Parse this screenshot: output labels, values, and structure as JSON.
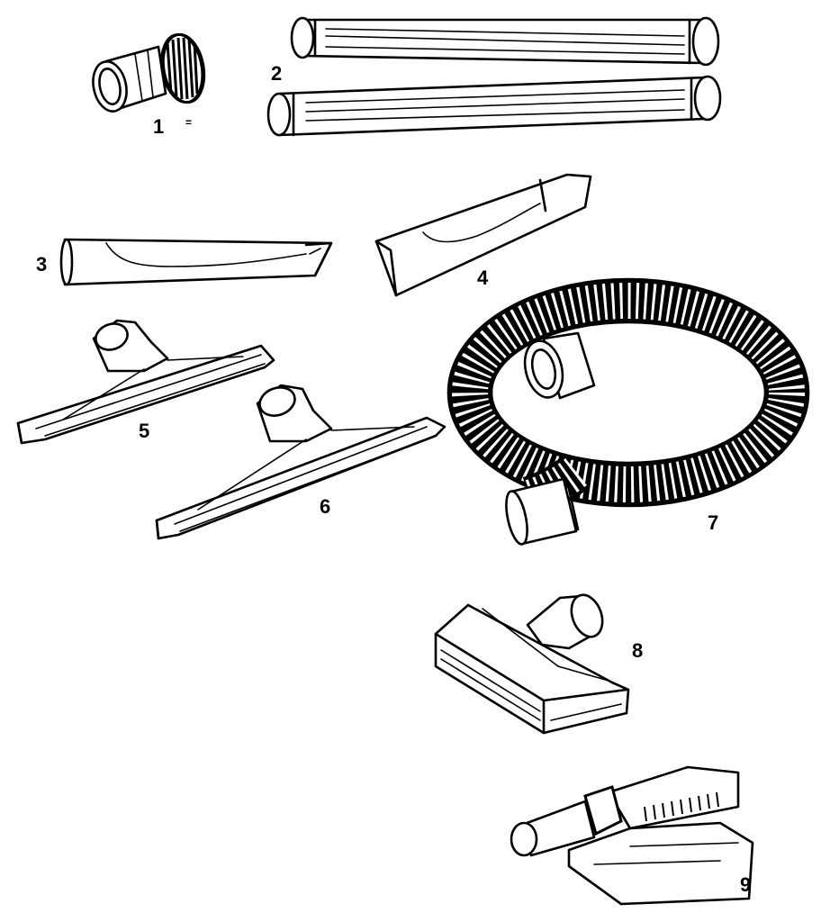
{
  "parts": [
    {
      "number": "1",
      "icon": "dusting-brush-icon"
    },
    {
      "number": "2",
      "icon": "extension-wands-icon"
    },
    {
      "number": "3",
      "icon": "crevice-tool-icon"
    },
    {
      "number": "4",
      "icon": "wide-crevice-tool-icon"
    },
    {
      "number": "5",
      "icon": "floor-squeegee-icon"
    },
    {
      "number": "6",
      "icon": "floor-squeegee-icon"
    },
    {
      "number": "7",
      "icon": "flexible-hose-icon"
    },
    {
      "number": "8",
      "icon": "floor-brush-nozzle-icon"
    },
    {
      "number": "9",
      "icon": "power-nozzle-icon"
    }
  ],
  "colors": {
    "ink": "#000000",
    "paper": "#ffffff"
  }
}
